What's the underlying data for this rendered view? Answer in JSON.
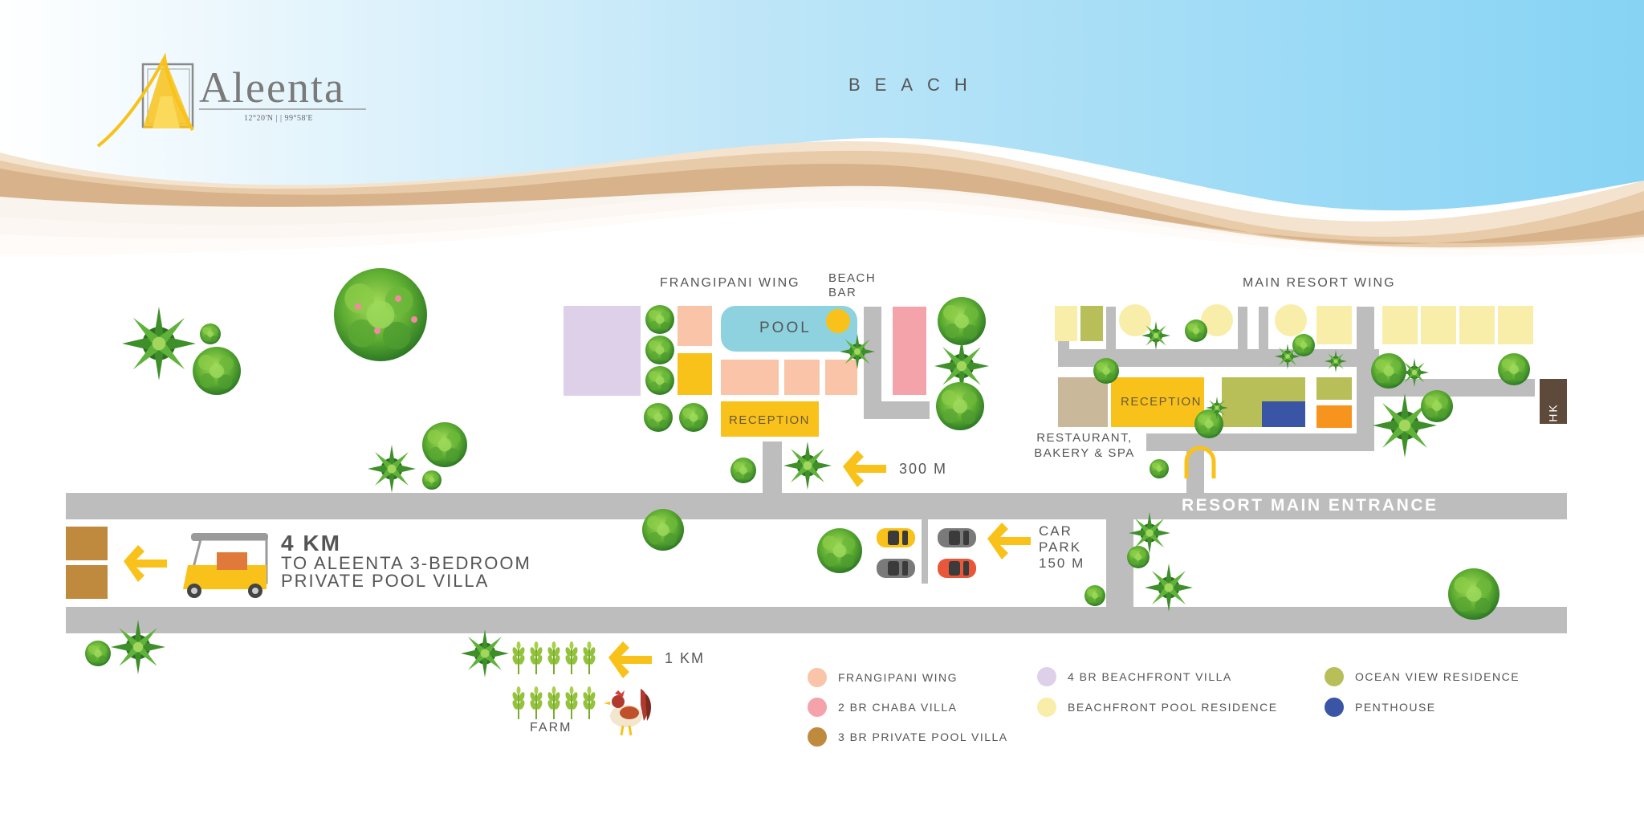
{
  "header": {
    "beach_label": "BEACH"
  },
  "brand": {
    "name": "Aleenta",
    "coordinates": "12°20'N | | 99°58'E"
  },
  "areas": {
    "frangipani_wing": "FRANGIPANI WING",
    "beach_bar": "BEACH BAR",
    "main_resort_wing": "MAIN RESORT WING",
    "pool": "POOL",
    "reception_frangipani": "RECEPTION",
    "reception_main": "RECEPTION",
    "restaurant": "RESTAURANT, BAKERY & SPA",
    "housekeeping": "HK",
    "resort_main_entrance": "RESORT MAIN ENTRANCE",
    "farm": "FARM"
  },
  "directions": {
    "reception_distance": "300 M",
    "car_park": "CAR PARK 150 M",
    "villa_distance": "4 KM",
    "villa_destination": "TO ALEENTA 3-BEDROOM PRIVATE POOL VILLA",
    "farm_distance": "1 KM"
  },
  "legend": [
    {
      "label": "FRANGIPANI WING",
      "color": "#f9c4a8"
    },
    {
      "label": "2 BR CHABA VILLA",
      "color": "#f4a3ab"
    },
    {
      "label": "3 BR PRIVATE POOL VILLA",
      "color": "#c08a3e"
    },
    {
      "label": "4 BR BEACHFRONT VILLA",
      "color": "#ddd0e8"
    },
    {
      "label": "BEACHFRONT POOL RESIDENCE",
      "color": "#f9edaa"
    },
    {
      "label": "OCEAN VIEW RESIDENCE",
      "color": "#b8be58"
    },
    {
      "label": "PENTHOUSE",
      "color": "#3b55a6"
    }
  ],
  "colors": {
    "road": "#bdbdbd",
    "sky_top": "#8fd3f2",
    "sand": "#d9b58d",
    "accent_yellow": "#f8c21a",
    "tree_dark": "#2f7d2f",
    "tree_light": "#6cbf3a"
  }
}
